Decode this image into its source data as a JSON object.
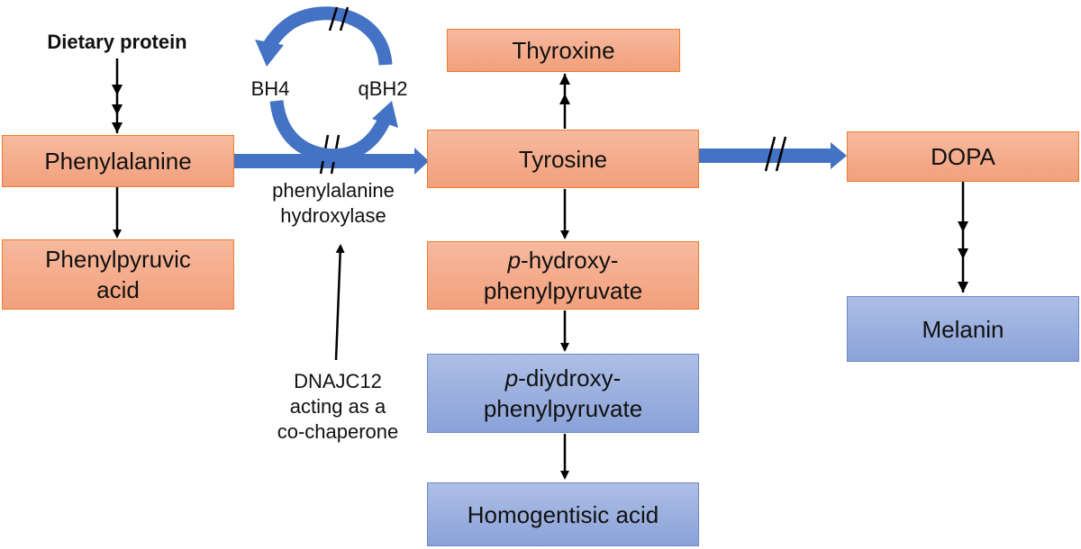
{
  "source": {
    "text": "Dietary protein"
  },
  "nodes": {
    "phenylalanine": "Phenylalanine",
    "phenylpyruvic_acid": "Phenylpyruvic acid",
    "tyrosine": "Tyrosine",
    "thyroxine": "Thyroxine",
    "hydroxyphenylpyruvate": {
      "prefix": "p",
      "rest": "-hydroxy-phenylpyruvate"
    },
    "diydroxyphenylpyruvate": {
      "prefix": "p",
      "rest": "-diydroxy-phenylpyruvate"
    },
    "homogentisic_acid": "Homogentisic acid",
    "dopa": "DOPA",
    "melanin": "Melanin"
  },
  "cofactors": {
    "bh4": "BH4",
    "qbh2": "qBH2"
  },
  "enzyme": {
    "line1": "phenylalanine",
    "line2": "hydroxylase"
  },
  "chaperone": {
    "line1": "DNAJC12",
    "line2": "acting as a",
    "line3": "co-chaperone"
  },
  "colors": {
    "normal_box": "#f4ab8a",
    "normal_border": "#ed7d31",
    "deficient_box": "#9db2e0",
    "deficient_border": "#6d89c9",
    "main_arrow": "#4472c4"
  }
}
